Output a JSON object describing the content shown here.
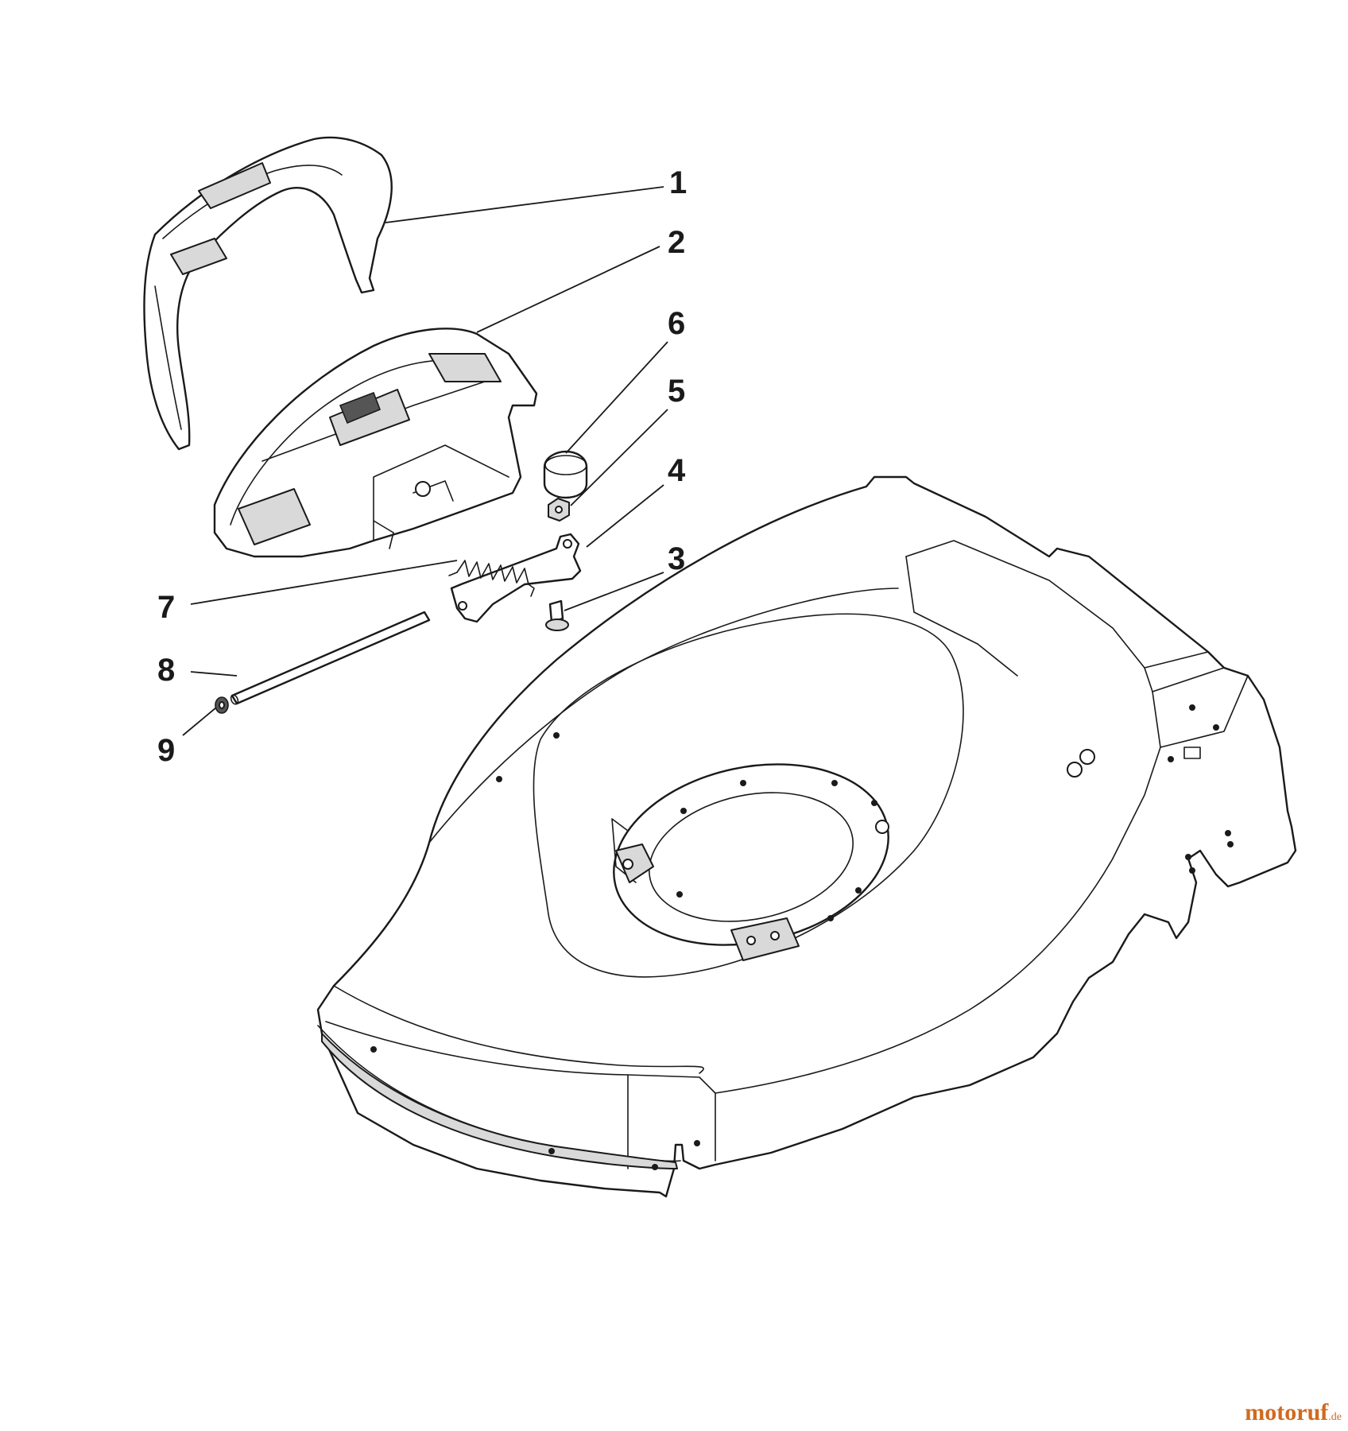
{
  "callouts": [
    {
      "id": "1",
      "label": "1"
    },
    {
      "id": "2",
      "label": "2"
    },
    {
      "id": "6",
      "label": "6"
    },
    {
      "id": "5",
      "label": "5"
    },
    {
      "id": "4",
      "label": "4"
    },
    {
      "id": "3",
      "label": "3"
    },
    {
      "id": "7",
      "label": "7"
    },
    {
      "id": "8",
      "label": "8"
    },
    {
      "id": "9",
      "label": "9"
    }
  ],
  "watermark": {
    "main": "motoruf",
    "suffix": ".de"
  }
}
